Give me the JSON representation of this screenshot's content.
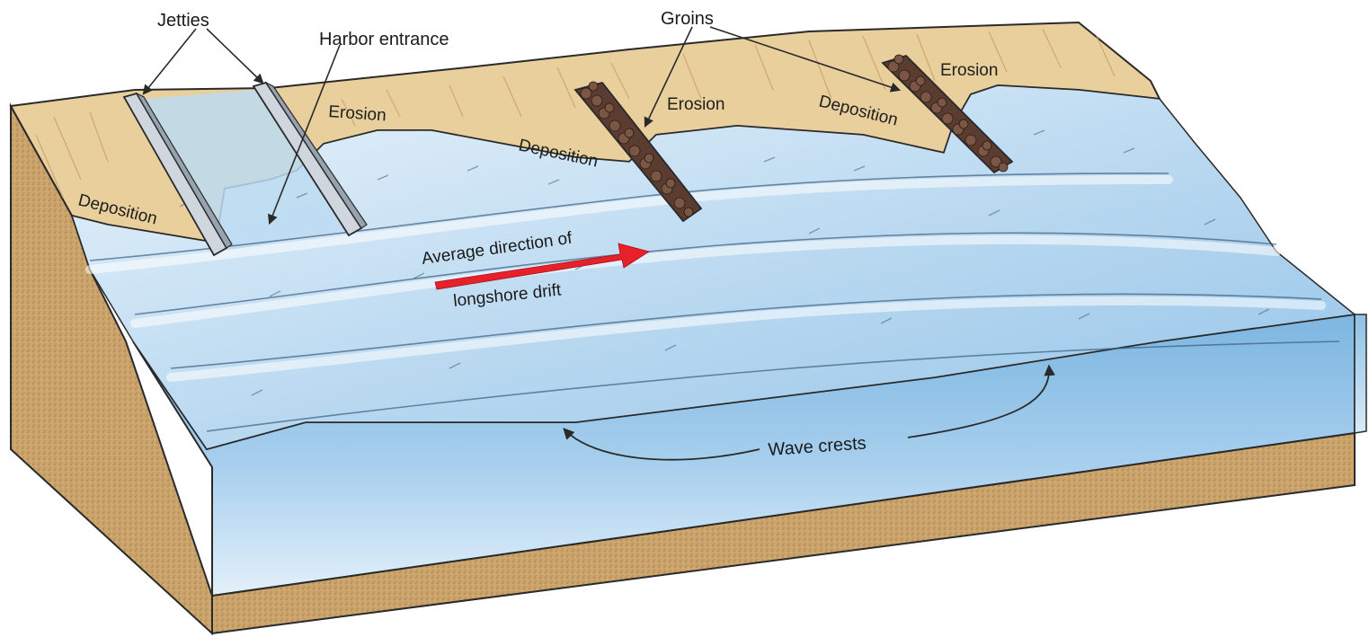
{
  "diagram": {
    "labels": {
      "jetties": "Jetties",
      "harbor_entrance": "Harbor entrance",
      "groins": "Groins",
      "erosion_1": "Erosion",
      "erosion_2": "Erosion",
      "erosion_3": "Erosion",
      "deposition_1": "Deposition",
      "deposition_2": "Deposition",
      "deposition_3": "Deposition",
      "drift_line1": "Average direction of",
      "drift_line2": "longshore drift",
      "wave_crests": "Wave crests"
    },
    "colors": {
      "beach": "#e8cf9c",
      "beach_dark": "#caa46a",
      "sediment": "#c9a26a",
      "sediment_dark": "#a8804a",
      "water_light": "#dcecf8",
      "water_mid": "#a9cfec",
      "water_deep": "#6fa9d8",
      "jetty": "#cfd6de",
      "groin_rock": "#5a3d30",
      "drift_arrow": "#e8202a",
      "outline": "#2a2a2a"
    },
    "icons": {
      "drift_arrow": "right-arrow",
      "jetty": "concrete-jetty",
      "groin": "rock-groin"
    }
  }
}
